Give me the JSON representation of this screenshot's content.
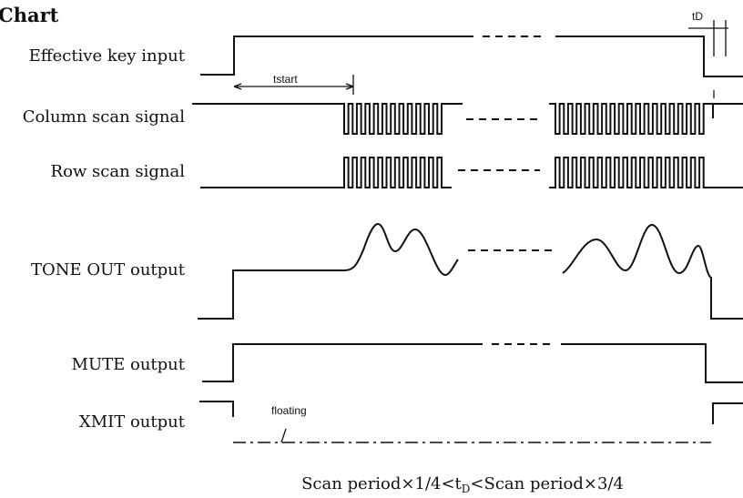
{
  "title": "Chart",
  "signals": {
    "effective_key_input": "Effective key input",
    "column_scan_signal": "Column scan signal",
    "row_scan_signal": "Row scan signal",
    "tone_out_output": "TONE OUT output",
    "mute_output": "MUTE output",
    "xmit_output": "XMIT output"
  },
  "annotations": {
    "tstart": "tstart",
    "td": "tD",
    "floating": "floating"
  },
  "caption": {
    "part1": "Scan period×1/4<t",
    "sub": "D",
    "part2": "<Scan period×3/4"
  }
}
